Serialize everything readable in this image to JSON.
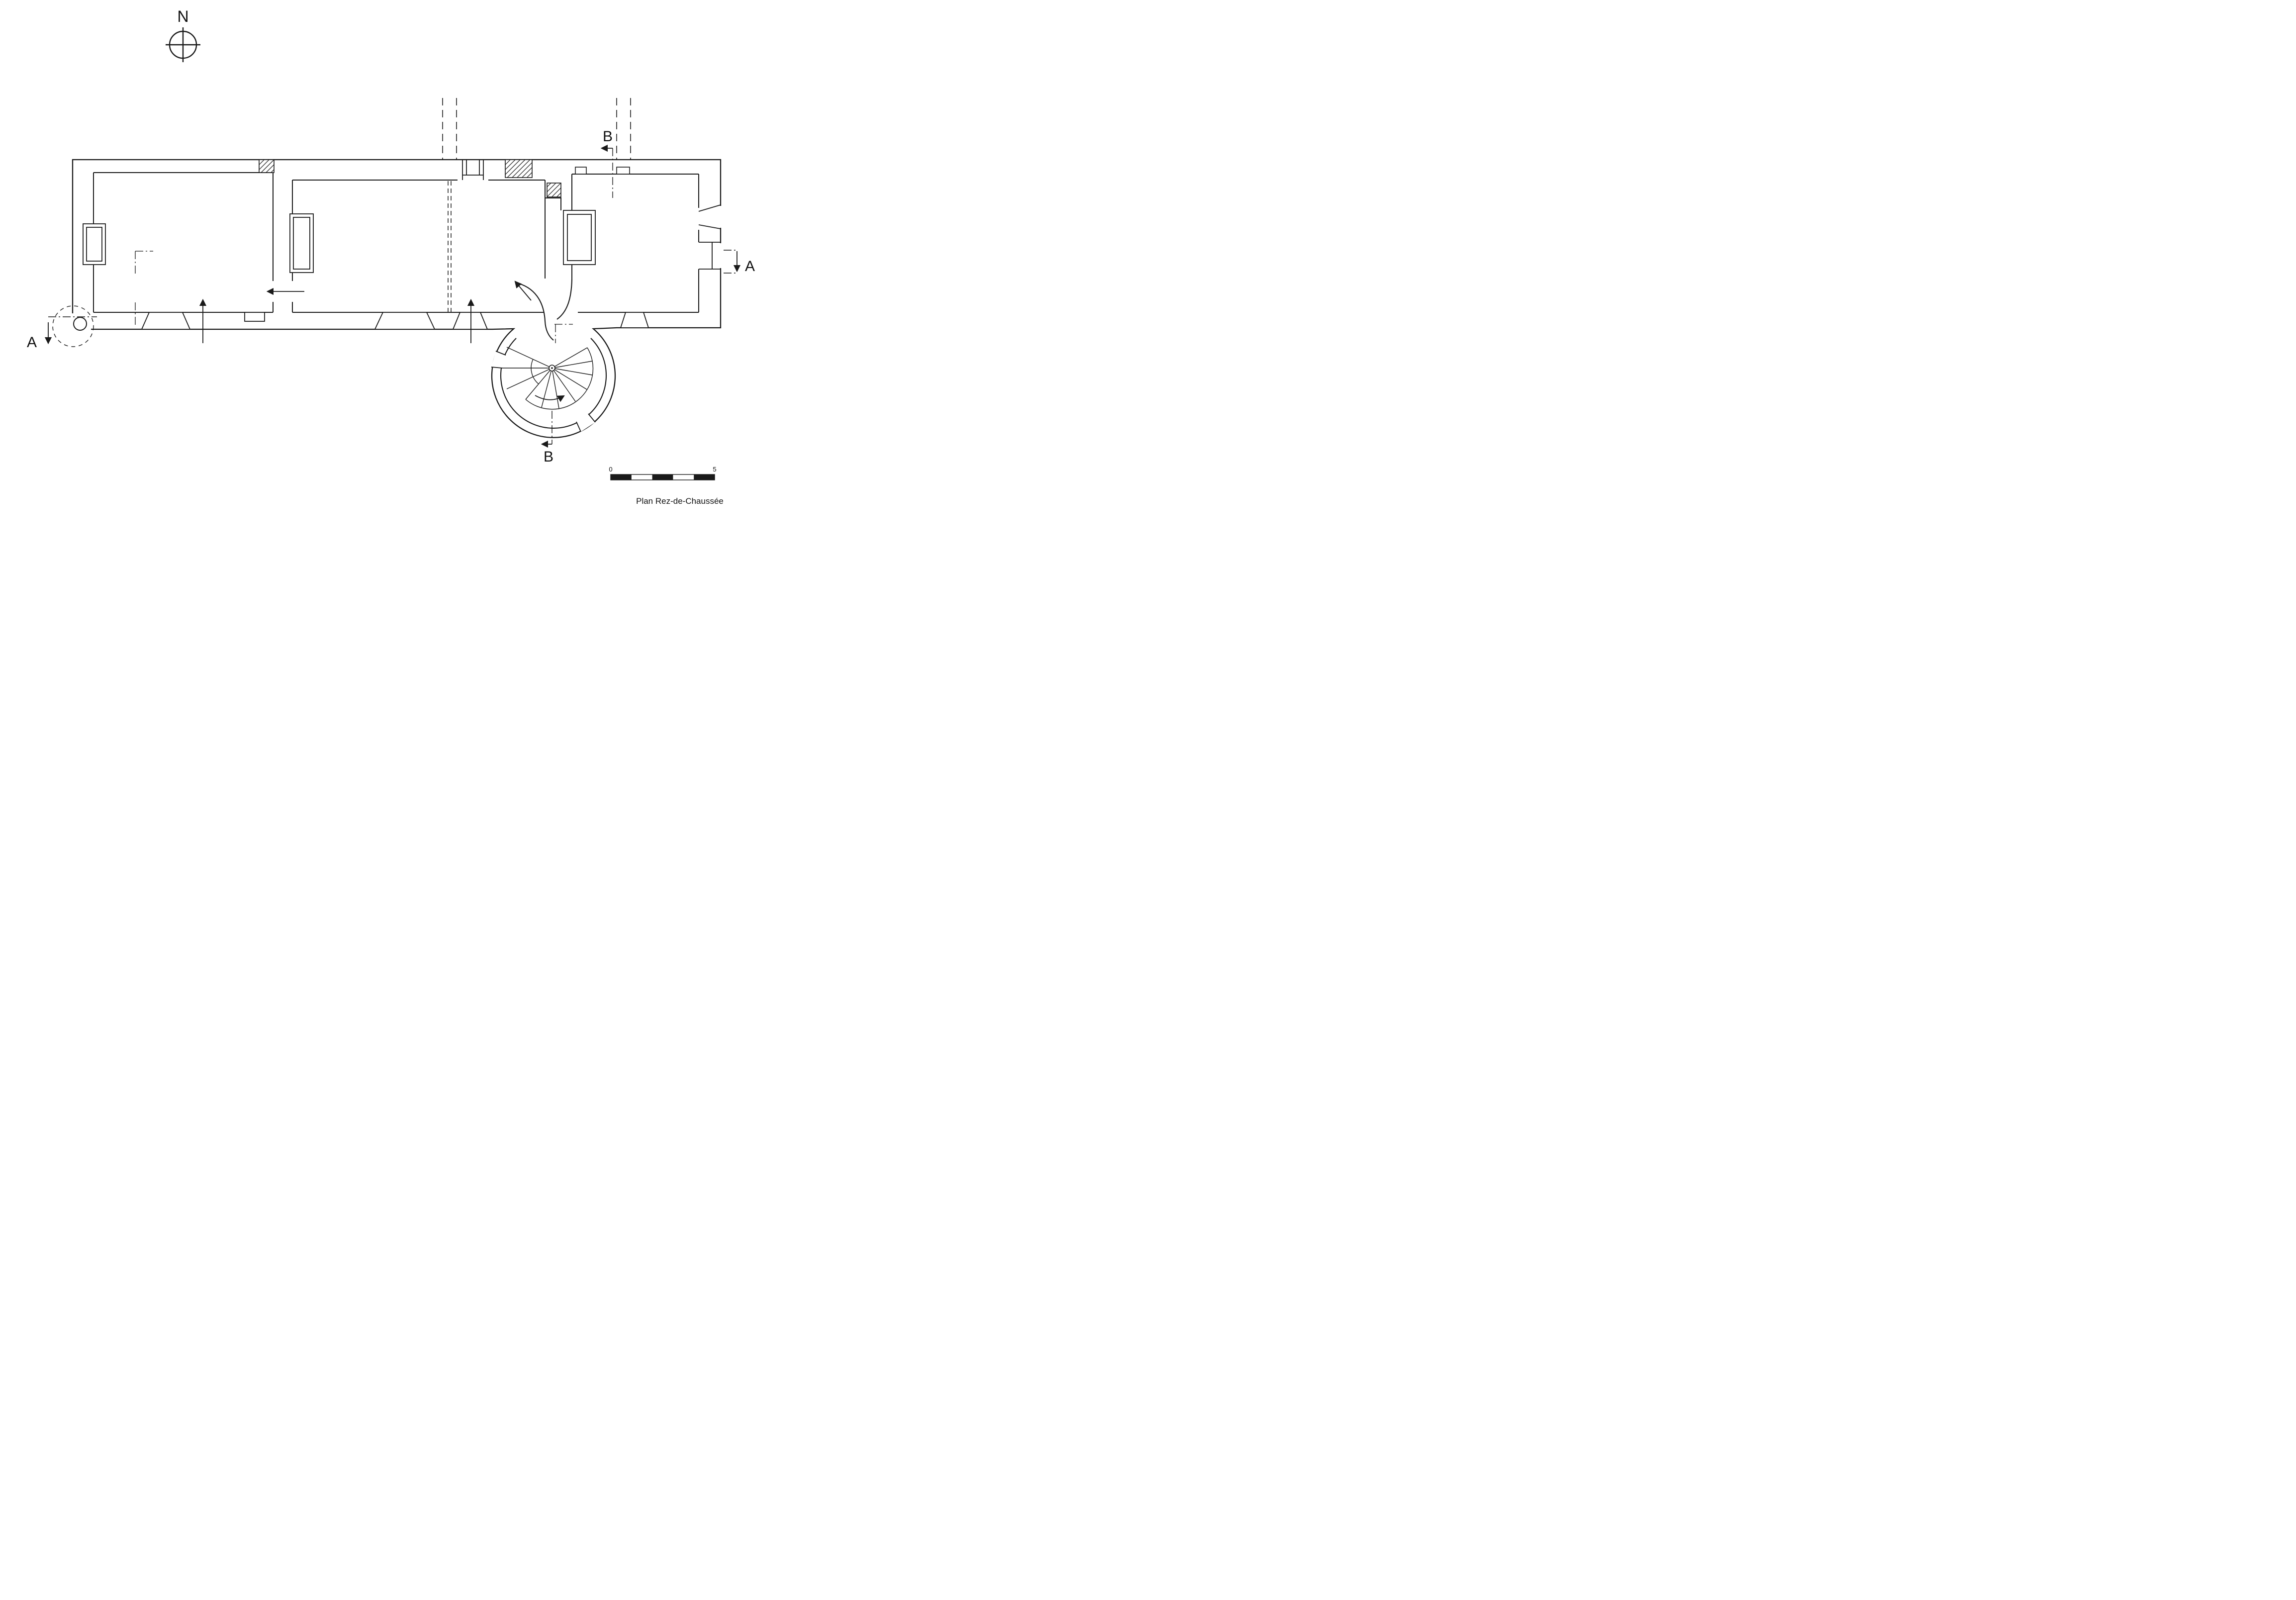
{
  "drawing": {
    "title": "Plan Rez-de-Chaussée",
    "compass_label": "N",
    "section_markers": {
      "a_left": "A",
      "a_right": "A",
      "b_top": "B",
      "b_bottom": "B"
    },
    "scale_bar": {
      "min": "0",
      "max": "5"
    },
    "colors": {
      "ink": "#1a1a1a",
      "background": "#ffffff"
    }
  }
}
